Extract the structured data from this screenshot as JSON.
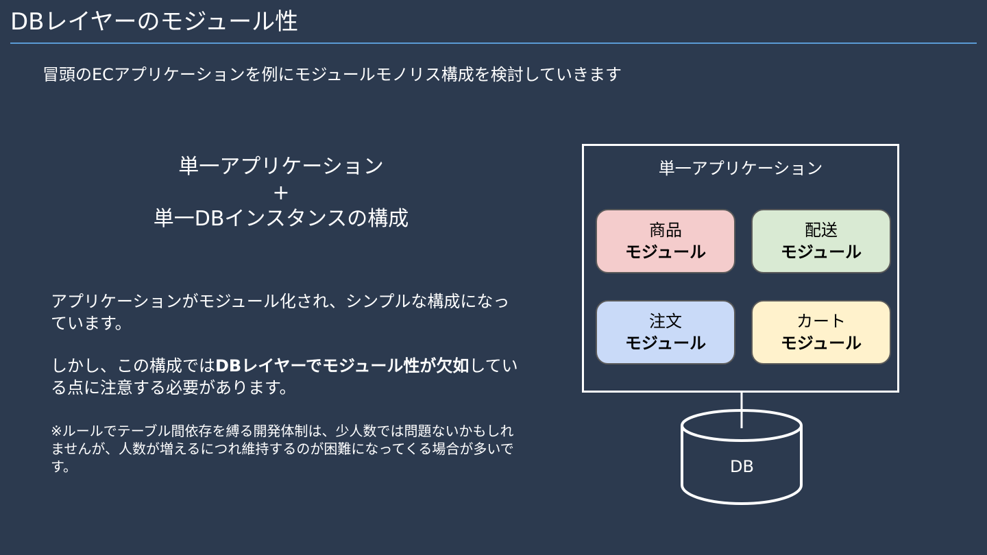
{
  "slide": {
    "title": "DBレイヤーのモジュール性",
    "subtitle": "冒頭のECアプリケーションを例にモジュールモノリス構成を検討していきます",
    "headline": {
      "line1": "単一アプリケーション",
      "line2": "+",
      "line3": "単一DBインスタンスの構成"
    },
    "paragraph1": "アプリケーションがモジュール化され、シンプルな構成になっています。",
    "paragraph2": {
      "before": "しかし、この構成では",
      "bold": "DBレイヤーでモジュール性が欠如",
      "after": "している点に注意する必要があります。"
    },
    "note": "※ルールでテーブル間依存を縛る開発体制は、少人数では問題ないかもしれませんが、人数が増えるにつれ維持するのが困難になってくる場合が多いです。"
  },
  "diagram": {
    "app_label": "単一アプリケーション",
    "modules": [
      {
        "name": "商品",
        "sub": "モジュール",
        "color": "#f4cccc"
      },
      {
        "name": "配送",
        "sub": "モジュール",
        "color": "#d9ead3"
      },
      {
        "name": "注文",
        "sub": "モジュール",
        "color": "#c9daf8"
      },
      {
        "name": "カート",
        "sub": "モジュール",
        "color": "#fff2cc"
      }
    ],
    "db_label": "DB"
  },
  "colors": {
    "background": "#2c3a4f",
    "title_rule": "#5b9bd5",
    "text": "#ffffff"
  }
}
